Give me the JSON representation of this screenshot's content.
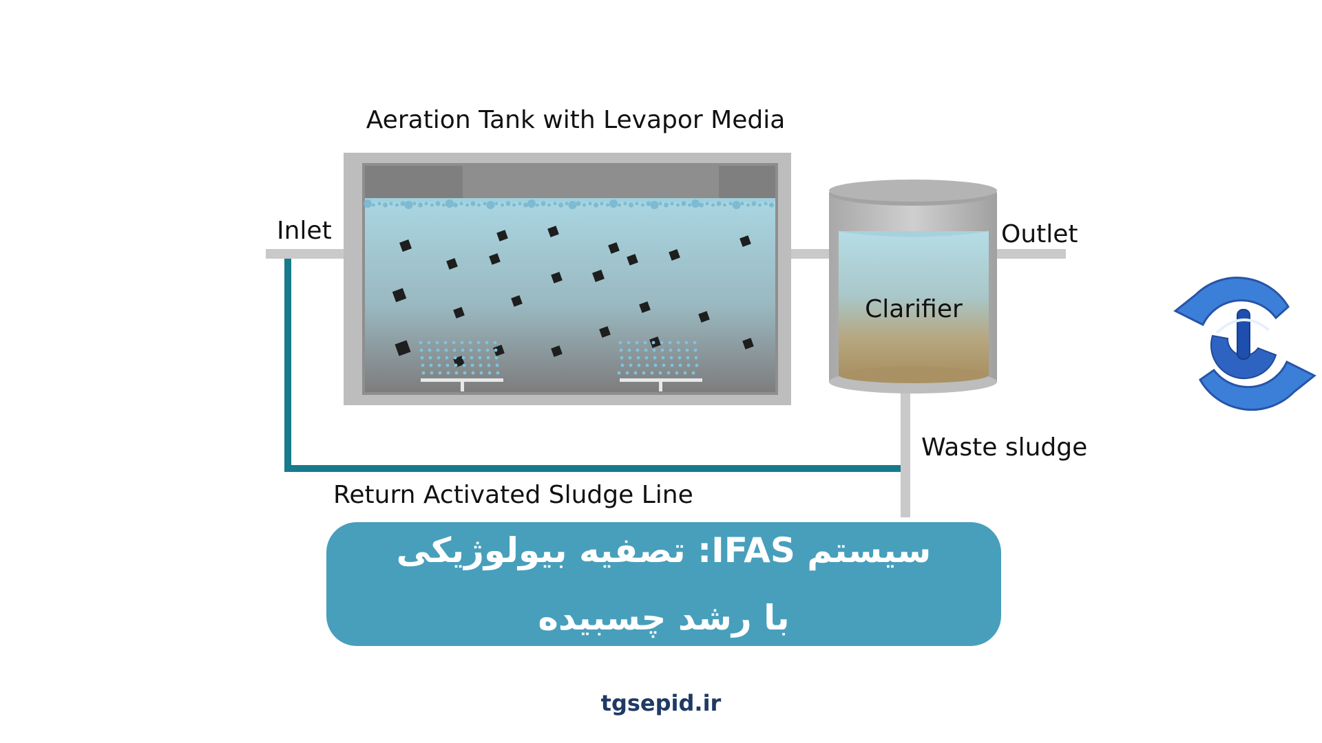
{
  "diagram": {
    "title": "Aeration Tank with Levapor Media",
    "labels": {
      "inlet": "Inlet",
      "outlet": "Outlet",
      "clarifier": "Clarifier",
      "waste_sludge": "Waste sludge",
      "return_line": "Return Activated Sludge Line"
    }
  },
  "banner": {
    "line1": "سیستم IFAS: تصفیه بیولوژیکی",
    "line2": "با رشد چسبیده"
  },
  "footer": {
    "site": "tgsepid.ir"
  },
  "colors": {
    "banner": "#479fbb",
    "water": "#a7d3de",
    "return_pipe": "#177a8c",
    "pipe": "#c9c9c9",
    "tank_wall": "#bcbcbc",
    "media": "#1e1e1e",
    "sludge": "#b39c6f",
    "logo_blue": "#2d6fcf",
    "site_text": "#1f3a64"
  },
  "icons": {
    "logo": "tgsepid-logo-icon"
  }
}
